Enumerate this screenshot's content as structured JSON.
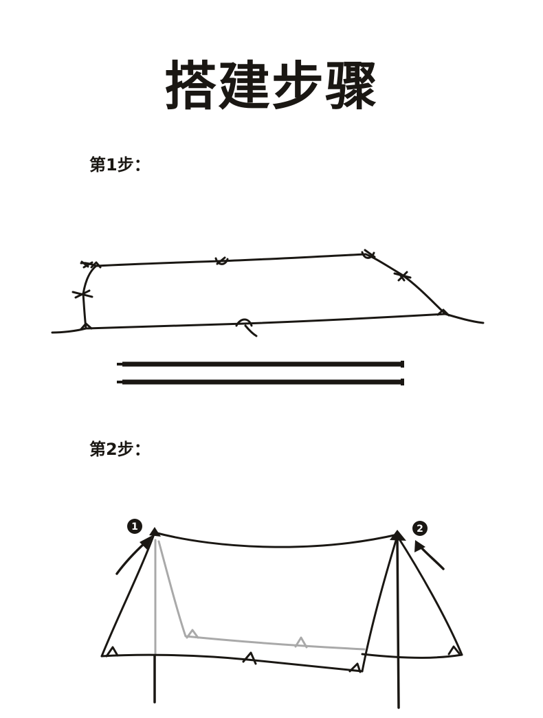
{
  "title": "搭建步骤",
  "steps": [
    {
      "label": "第1步："
    },
    {
      "label": "第2步："
    }
  ],
  "markers": [
    "1",
    "2"
  ],
  "colors": {
    "ink": "#1a1713",
    "hidden_line": "#a9a9a9",
    "background": "#ffffff"
  },
  "icons": [
    "curved-arrow-icon",
    "curved-arrow-icon"
  ]
}
